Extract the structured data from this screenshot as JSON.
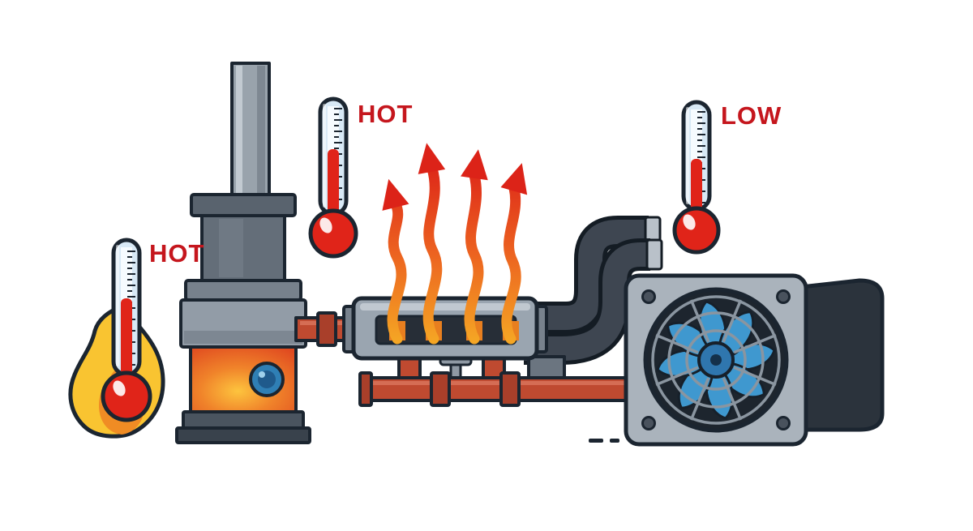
{
  "labels": {
    "furnace_temp": "HOT",
    "exchanger_temp": "HOT",
    "cooler_temp": "LOW"
  },
  "colors": {
    "background": "#ffffff",
    "outline": "#1b2530",
    "label_red": "#c5161d",
    "glass_blue": "#d8e9f6",
    "mercury_red": "#e02419",
    "flame_yellow": "#f9c431",
    "flame_orange": "#f08c24",
    "metal_gray": "#9aa5b0",
    "metal_dark": "#59636e",
    "panel_gray": "#aab3bc",
    "housing_dark": "#2b333c",
    "pipe_red": "#bf4a30",
    "pipe_red_dark": "#a93f2a",
    "pipe_dark": "#3e4651",
    "fan_blue": "#3f98cf",
    "glow_orange": "#f0832a",
    "port_blue": "#2f7fb5",
    "heat_top": "#dc2318",
    "heat_bottom": "#f5a824"
  },
  "components": [
    "flame-icon",
    "thermometer-icon",
    "furnace-icon",
    "chimney-icon",
    "heat-exchanger-icon",
    "heat-arrow-icon",
    "pipe-icon",
    "valve-icon",
    "fan-cooler-icon"
  ]
}
